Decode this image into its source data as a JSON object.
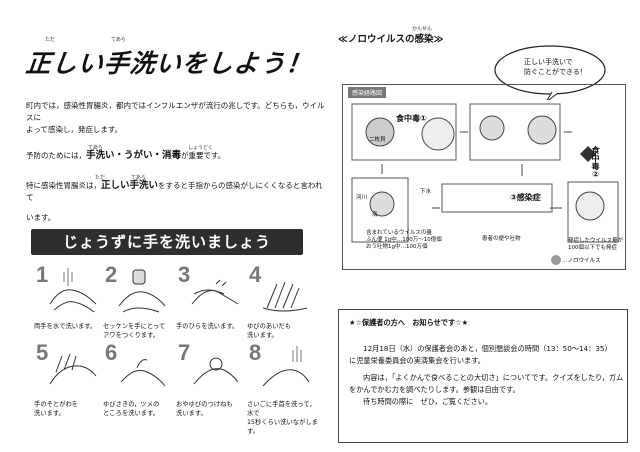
{
  "left": {
    "title": "正しい手洗いをしよう！",
    "title_ruby": [
      {
        "text": "ただ"
      },
      {
        "text": "てあら"
      }
    ],
    "paragraph_1": "町内では，感染性胃腸炎，都内ではインフルエンザが流行の兆しです。どちらも，ウイルスに",
    "paragraph_1b": "よって感染し，発症します。",
    "paragraph_2_pre": "予防のためには，",
    "paragraph_2_bold": "手洗い・うがい・消毒",
    "paragraph_2_post": "が重要です。",
    "paragraph_3_pre": "特に感染性胃腸炎は，",
    "paragraph_3_bold": "正しい手洗い",
    "paragraph_3_post": "をすると手指からの感染がしにくくなると言われて",
    "paragraph_3b": "います。",
    "ruby_2a": "てあら",
    "ruby_2b": "しょうどく",
    "ruby_3a": "ただ",
    "ruby_3b": "てあら"
  },
  "banner": "じょうずに手を洗いましょう",
  "steps": [
    {
      "num": "1",
      "line1": "両手を水で洗います。",
      "line2": ""
    },
    {
      "num": "2",
      "line1": "セッケンを手にとって",
      "line2": "アワをつくります。"
    },
    {
      "num": "3",
      "line1": "手のひらを洗います。",
      "line2": ""
    },
    {
      "num": "4",
      "line1": "ゆびのあいだも",
      "line2": "洗います。"
    },
    {
      "num": "5",
      "line1": "手のそとがわを",
      "line2": "洗います。"
    },
    {
      "num": "6",
      "line1": "ゆびさきの，ツメの",
      "line2": "ところを洗います。"
    },
    {
      "num": "7",
      "line1": "おやゆびのつけねも",
      "line2": "洗います。"
    },
    {
      "num": "8",
      "line1": "さいごに手首を洗って，水で",
      "line2": "15秒くらい洗いながします。"
    }
  ],
  "right": {
    "section_title": "≪ノロウイルスの感染≫",
    "section_ruby": "かんせん",
    "bubble_line1": "正しい手洗いで",
    "bubble_line2": "防ぐことができる！",
    "diagram_label": "感染経路図",
    "stage_food": "食中毒①",
    "stage_food2": "食中毒②",
    "stage_infect": "③感染症",
    "kaki": "二枚貝",
    "gesui": "下水",
    "kasen": "河川",
    "umi": "海",
    "virus_note_1": "ふん便 1g中…100万～10億個",
    "virus_note_2": "おう吐物1g中…100万個",
    "virus_note_head": "含まれているウイルスの量",
    "people_note": "患者の便や吐物",
    "spread_note_1": "発症したウイルス量が",
    "spread_note_2": "100個以下でも発症",
    "legend": "…ノロウイルス"
  },
  "notice": {
    "heading": "★☆保護者の方へ　お知らせです☆★",
    "line1": "12月18日（水）の保護者会のあと，個別懇談会の時間（13：50～14：35）",
    "line2": "に児童栄養委員会の実演集会を行います。",
    "line3": "内容は，「よくかんで食べることの大切さ」についてです。クイズをしたり，ガム",
    "line4": "をかんでかむ力を調べたりします。参観は自由です。",
    "line5": "待ち時間の際に　ぜひ，ご覧ください。"
  }
}
